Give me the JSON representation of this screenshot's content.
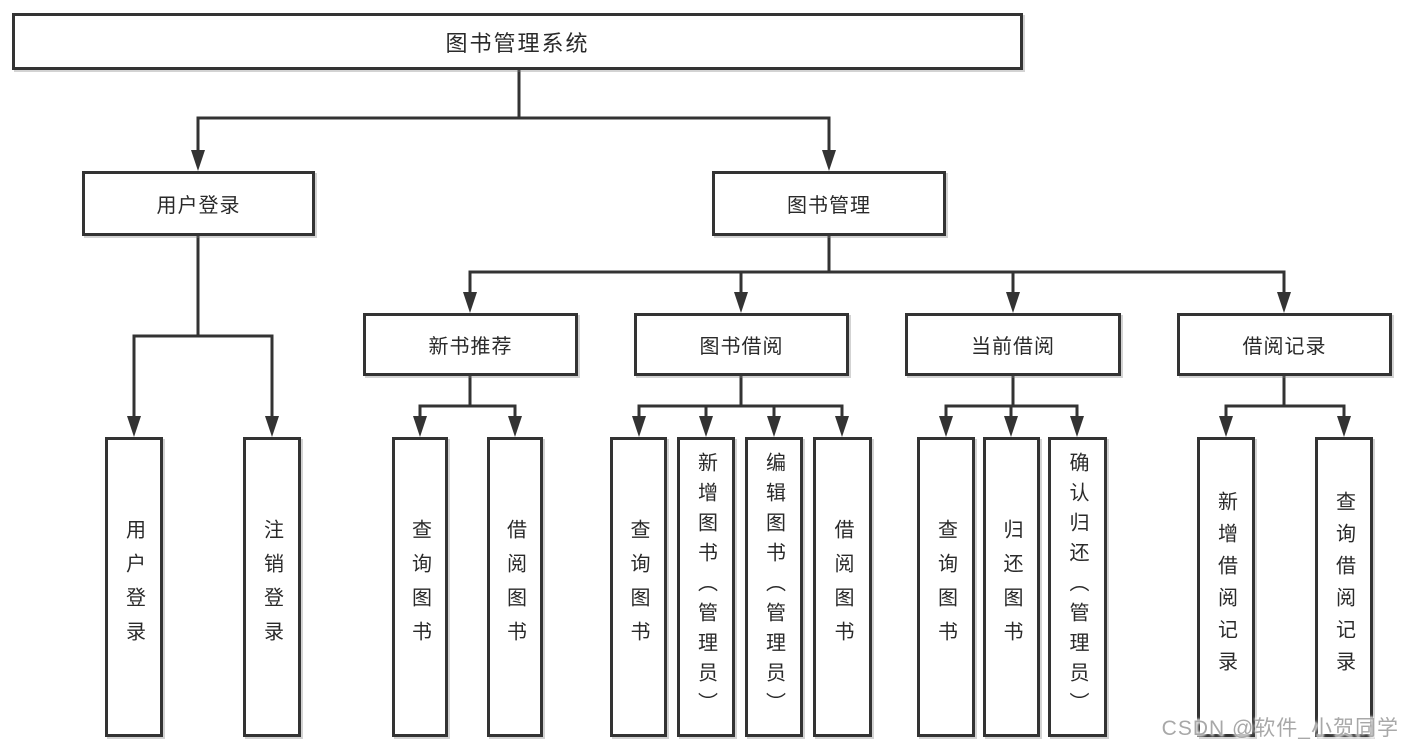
{
  "tree": {
    "root": {
      "label": "图书管理系统",
      "children": [
        {
          "label": "用户登录",
          "children": [
            {
              "label": "用户登录"
            },
            {
              "label": "注销登录"
            }
          ]
        },
        {
          "label": "图书管理",
          "children": [
            {
              "label": "新书推荐",
              "children": [
                {
                  "label": "查询图书"
                },
                {
                  "label": "借阅图书"
                }
              ]
            },
            {
              "label": "图书借阅",
              "children": [
                {
                  "label": "查询图书"
                },
                {
                  "label": "新增图书（管理员）"
                },
                {
                  "label": "编辑图书（管理员）"
                },
                {
                  "label": "借阅图书"
                }
              ]
            },
            {
              "label": "当前借阅",
              "children": [
                {
                  "label": "查询图书"
                },
                {
                  "label": "归还图书"
                },
                {
                  "label": "确认归还（管理员）"
                }
              ]
            },
            {
              "label": "借阅记录",
              "children": [
                {
                  "label": "新增借阅记录"
                },
                {
                  "label": "查询借阅记录"
                }
              ]
            }
          ]
        }
      ]
    }
  },
  "watermark": {
    "text": "CSDN @软件_小贺同学"
  },
  "colors": {
    "line": "#333333",
    "box_border": "#333333",
    "box_fill": "#ffffff",
    "text": "#2a2a2a",
    "background": "#ffffff",
    "watermark": "#a8a8a8"
  }
}
